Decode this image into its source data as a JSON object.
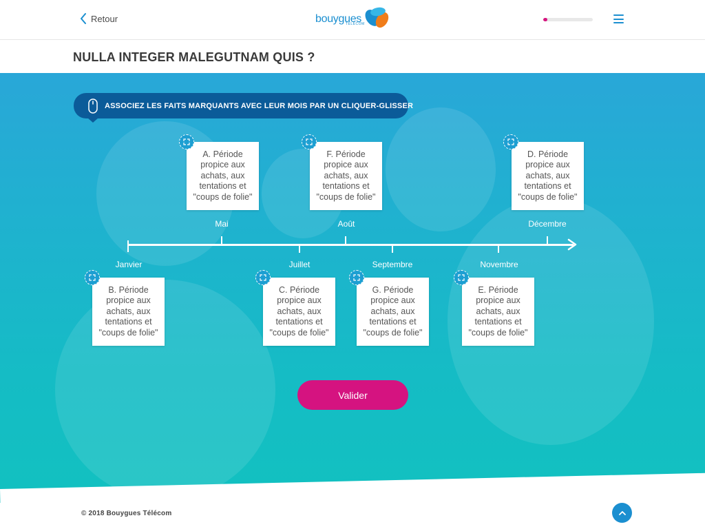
{
  "header": {
    "back_label": "Retour",
    "logo_word": "bouygues",
    "logo_sub": "TELECOM",
    "progress_fraction": 0.08,
    "colors": {
      "brand_blue": "#1b8fd0",
      "brand_orange": "#f07d1a",
      "accent_pink": "#d51380"
    }
  },
  "page": {
    "title": "NULLA INTEGER MALEGUTNAM QUIS ?"
  },
  "instruction": {
    "text": "ASSOCIEZ LES FAITS MARQUANTS AVEC LEUR MOIS PAR UN CLIQUER-GLISSER",
    "icon": "mouse-icon"
  },
  "timeline": {
    "months_above": [
      "Mai",
      "Août",
      "Décembre"
    ],
    "months_below": [
      "Janvier",
      "Juillet",
      "Septembre",
      "Novembre"
    ]
  },
  "cards": {
    "A": "A. Période propice aux achats, aux tentations et \"coups de folie\"",
    "F": "F. Période propice aux achats, aux tentations et \"coups de folie\"",
    "D": "D. Période propice aux achats, aux tentations et \"coups de folie\"",
    "B": "B. Période propice aux achats, aux tentations et \"coups de folie\"",
    "C": "C. Période propice aux achats, aux tentations et \"coups de folie\"",
    "G": "G. Période propice aux achats, aux tentations et \"coups de folie\"",
    "E": "E. Période propice aux achats, aux tentations et \"coups de folie\""
  },
  "actions": {
    "validate_label": "Valider"
  },
  "footer": {
    "copyright": "© 2018 Bouygues Télécom"
  }
}
